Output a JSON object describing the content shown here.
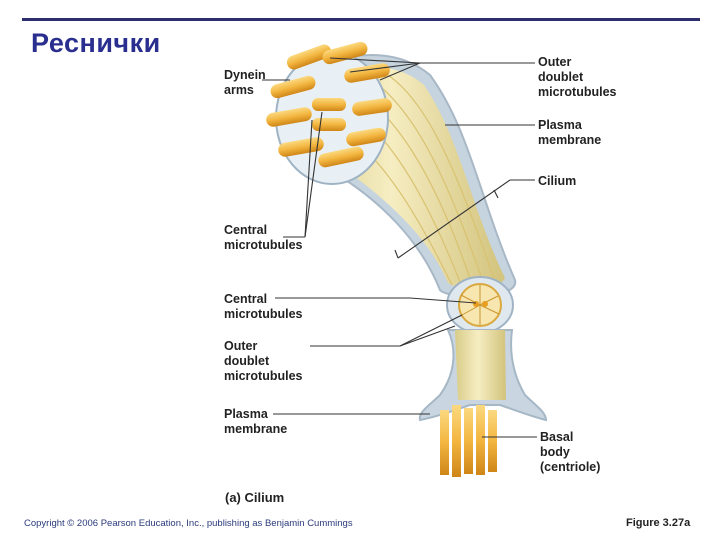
{
  "slide_title": "Реснички",
  "labels": {
    "dynein_arms": "Dynein\narms",
    "central_mt_top": "Central\nmicrotubules",
    "central_mt_mid": "Central\nmicrotubules",
    "outer_doublet_left": "Outer\ndoublet\nmicrotubules",
    "plasma_membrane_left": "Plasma\nmembrane",
    "outer_doublet_right": "Outer\ndoublet\nmicrotubules",
    "plasma_membrane_right": "Plasma\nmembrane",
    "cilium": "Cilium",
    "basal_body": "Basal\nbody\n(centriole)"
  },
  "caption": "(a) Cilium",
  "copyright": "Copyright © 2006 Pearson Education, Inc., publishing as Benjamin Cummings",
  "figure_number": "Figure 3.27a",
  "colors": {
    "title": "#2a2f8f",
    "rule": "#2e2e6e",
    "membrane": "#b9cad8",
    "cilium_shaft": "#efe3a8",
    "microtubule": "#f2b83a",
    "microtubule_dark": "#d9901a"
  }
}
